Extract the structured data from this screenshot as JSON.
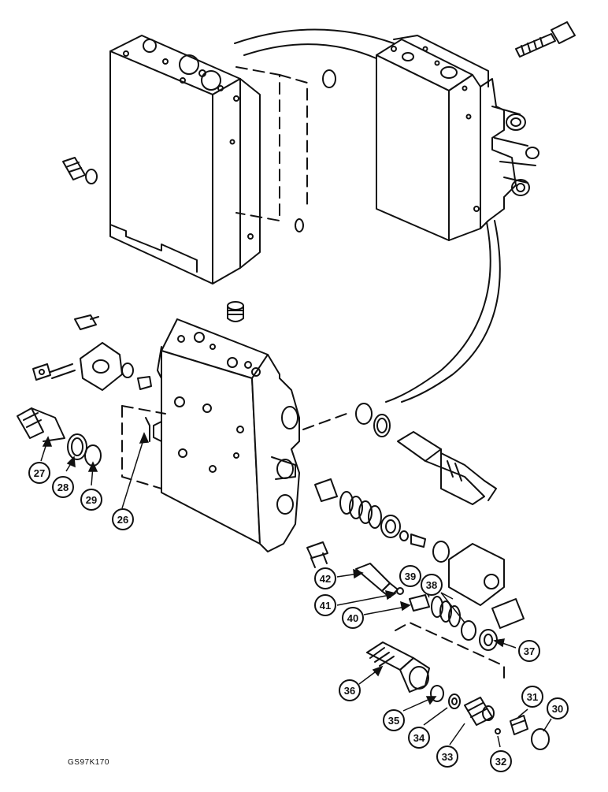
{
  "diagram": {
    "drawing_code": "GS97K170",
    "callouts": [
      {
        "id": "c26",
        "label": "26"
      },
      {
        "id": "c27",
        "label": "27"
      },
      {
        "id": "c28",
        "label": "28"
      },
      {
        "id": "c29",
        "label": "29"
      },
      {
        "id": "c30",
        "label": "30"
      },
      {
        "id": "c31",
        "label": "31"
      },
      {
        "id": "c32",
        "label": "32"
      },
      {
        "id": "c33",
        "label": "33"
      },
      {
        "id": "c34",
        "label": "34"
      },
      {
        "id": "c35",
        "label": "35"
      },
      {
        "id": "c36",
        "label": "36"
      },
      {
        "id": "c37",
        "label": "37"
      },
      {
        "id": "c38",
        "label": "38"
      },
      {
        "id": "c39",
        "label": "39"
      },
      {
        "id": "c40",
        "label": "40"
      },
      {
        "id": "c41",
        "label": "41"
      },
      {
        "id": "c42",
        "label": "42"
      }
    ]
  }
}
